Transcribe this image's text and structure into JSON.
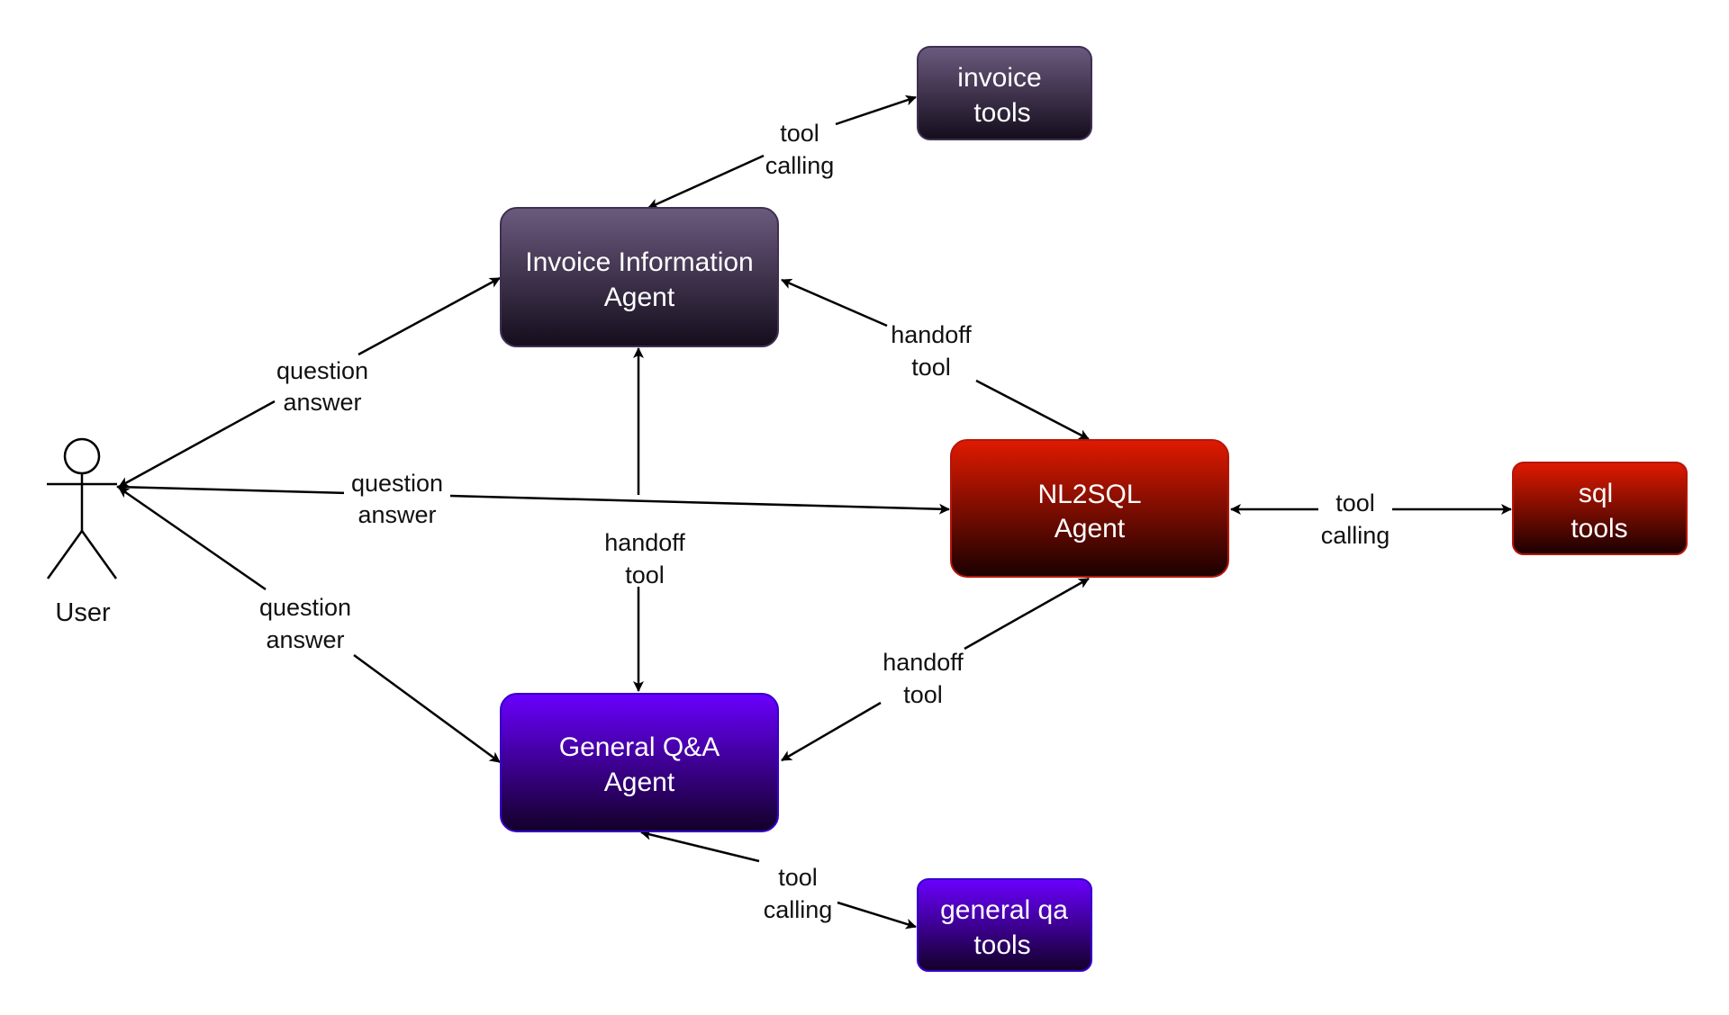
{
  "actor": {
    "label": "User"
  },
  "nodes": {
    "invoice_tools": {
      "line1": "invoice",
      "line2": "tools",
      "color_top": "#6b5a7e",
      "color_bottom": "#140d1c",
      "border": "#3f2f52"
    },
    "invoice_agent": {
      "line1": "Invoice Information",
      "line2": "Agent",
      "color_top": "#6b5a7e",
      "color_bottom": "#140d1c",
      "border": "#3f2f52"
    },
    "nl2sql_agent": {
      "line1": "NL2SQL",
      "line2": "Agent",
      "color_top": "#e01a00",
      "color_bottom": "#1a0000",
      "border": "#b3160b"
    },
    "sql_tools": {
      "line1": "sql",
      "line2": "tools",
      "color_top": "#e01a00",
      "color_bottom": "#1a0000",
      "border": "#b3160b"
    },
    "general_agent": {
      "line1": "General Q&A",
      "line2": "Agent",
      "color_top": "#6a00ff",
      "color_bottom": "#120028",
      "border": "#3700cc"
    },
    "general_tools": {
      "line1": "general qa",
      "line2": "tools",
      "color_top": "#6a00ff",
      "color_bottom": "#120028",
      "border": "#3700cc"
    }
  },
  "edges": {
    "invoice_tool_calling": {
      "line1": "tool",
      "line2": "calling"
    },
    "user_invoice": {
      "line1": "question",
      "line2": "answer"
    },
    "invoice_nl2sql_handoff": {
      "line1": "handoff",
      "line2": "tool"
    },
    "user_nl2sql": {
      "line1": "question",
      "line2": "answer"
    },
    "invoice_general_handoff": {
      "line1": "handoff",
      "line2": "tool"
    },
    "nl2sql_sql_tool_calling": {
      "line1": "tool",
      "line2": "calling"
    },
    "user_general": {
      "line1": "question",
      "line2": "answer"
    },
    "general_nl2sql_handoff": {
      "line1": "handoff",
      "line2": "tool"
    },
    "general_tool_calling": {
      "line1": "tool",
      "line2": "calling"
    }
  }
}
